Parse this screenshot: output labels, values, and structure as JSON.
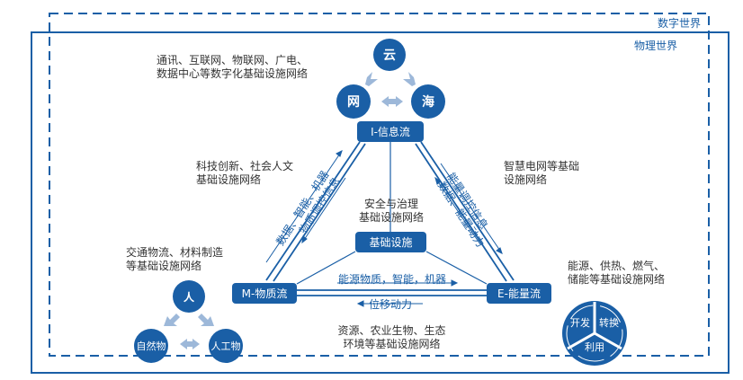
{
  "frames": {
    "digital_world": "数字世界",
    "physical_world": "物理世界"
  },
  "cloud_group": {
    "cloud": "云",
    "net": "网",
    "sea": "海",
    "caption_line1": "通讯、互联网、物联网、广电、",
    "caption_line2": "数据中心等数字化基础设施网络"
  },
  "nodes": {
    "info": "I-信息流",
    "material": "M-物质流",
    "energy": "E-能量流",
    "base": "基础设施"
  },
  "labels": {
    "tech_line1": "科技创新、社会人文",
    "tech_line2": "基础设施网络",
    "safety_line1": "安全与治理",
    "safety_line2": "基础设施网络",
    "grid_line1": "智慧电网等基础",
    "grid_line2": "设施网络",
    "transport_line1": "交通物流、材料制造",
    "transport_line2": "等基础设施网络",
    "energy_line1": "能源、供热、燃气、",
    "energy_line2": "储能等基础设施网络",
    "resource_line1": "资源、农业生物、生态",
    "resource_line2": "环境等基础设施网络"
  },
  "flows": {
    "left_outer": "数据、智能、机器",
    "left_inner": "物质调控信息",
    "right_outer": "能量调控信息",
    "right_inner": "数据、能量动力",
    "bottom_top": "能源物质，智能，机器",
    "bottom_bottom": "位移动力"
  },
  "people": {
    "person": "人",
    "nature": "自然物",
    "artificial": "人工物"
  },
  "wheel": {
    "develop": "开发",
    "convert": "转换",
    "use": "利用"
  },
  "colors": {
    "primary": "#1a5fa6",
    "arrow": "#9db8d9",
    "text": "#333333"
  }
}
